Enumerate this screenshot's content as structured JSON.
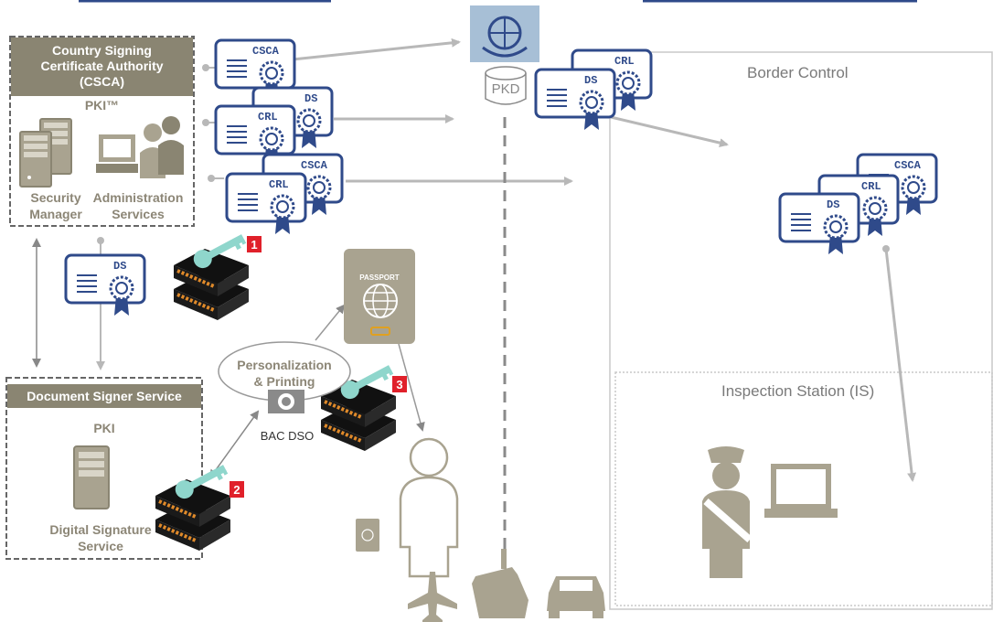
{
  "csca_box": {
    "title_line1": "Country Signing",
    "title_line2": "Certificate Authority",
    "title_line3": "(CSCA)",
    "pki_label": "PKI™",
    "security_manager": "Security Manager",
    "administration_services": "Administration Services"
  },
  "ds_box": {
    "title": "Document Signer Service",
    "pki_label": "PKI",
    "digital_signature_service": "Digital Signature Service"
  },
  "center": {
    "pkd_label": "PKD",
    "personalization_label": "Personalization & Printing",
    "bac_dso_label": "BAC DSO",
    "passport_label": "PASSPORT"
  },
  "zones": {
    "border_control": "Border Control",
    "inspection_station": "Inspection Station (IS)"
  },
  "certificates": {
    "csca": "CSCA",
    "crl": "CRL",
    "ds": "DS"
  },
  "hsm_badges": [
    "1",
    "2",
    "3"
  ],
  "colors": {
    "cert_blue": "#2f4a8a",
    "olive": "#8a8572",
    "badge_red": "#e0202a",
    "arrow_gray": "#b8b8b8",
    "hsm_orange": "#e08a2a",
    "key_teal": "#8fd6cc"
  }
}
